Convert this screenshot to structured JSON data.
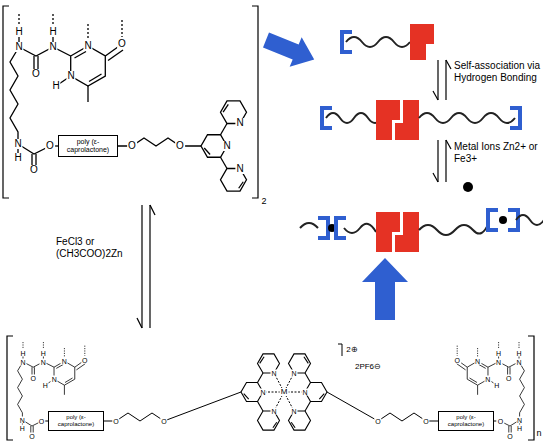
{
  "diagram": {
    "nodes": [
      {
        "text": [
          "poly (ε-caprolactone)"
        ]
      },
      {
        "text": [
          "poly (ε-caprolactone)"
        ]
      },
      {
        "text": [
          "poly (ε-caprolactone)"
        ]
      }
    ],
    "labels": [
      "H",
      "N",
      "H",
      "N",
      "N",
      "O",
      "O",
      "H",
      "N",
      "N",
      "H",
      "O",
      "O",
      "O",
      "O",
      "N",
      "N",
      "N",
      "2",
      "Self-association via Hydrogen Bonding",
      "Metal Ions Zn2+ or Fe3+",
      "FeCl3 or (CH3COO)2Zn",
      "H",
      "N",
      "H",
      "N",
      "N",
      "O",
      "O",
      "H",
      "N",
      "N",
      "H",
      "O",
      "O",
      "O",
      "O",
      "N",
      "N",
      "N",
      "M",
      "H",
      "N",
      "H",
      "N",
      "N",
      "O",
      "O",
      "H",
      "N",
      "N",
      "H",
      "O",
      "O",
      "O",
      "O",
      "N",
      "N",
      "N",
      "2⊕",
      "2PF6⊖",
      "n"
    ]
  }
}
